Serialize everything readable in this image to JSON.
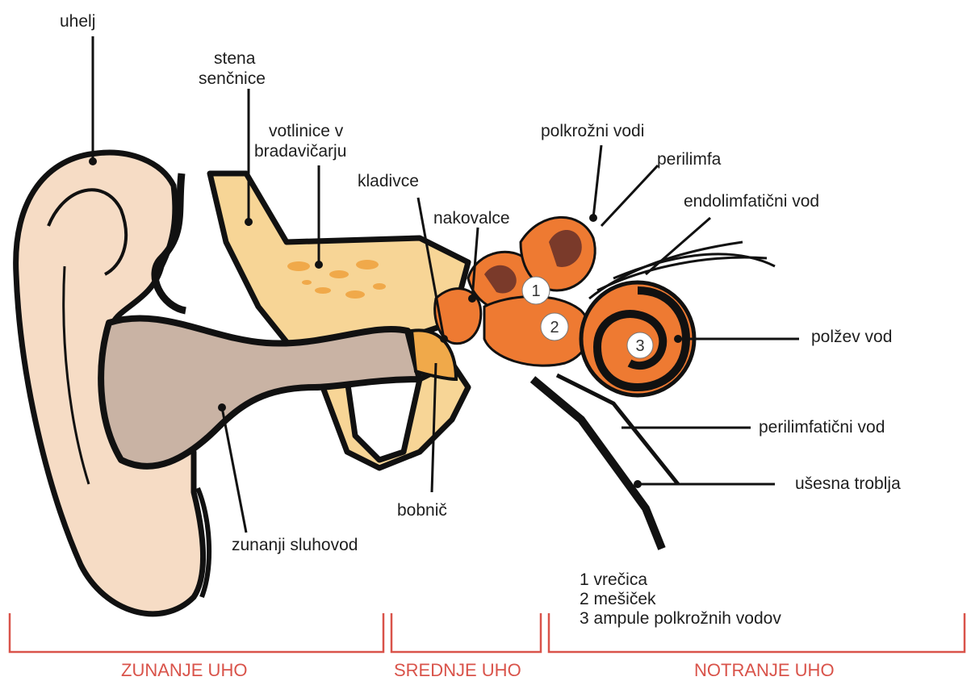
{
  "colors": {
    "skin": "#f6dcc5",
    "canal": "#c9b3a4",
    "bone": "#f7d596",
    "cavity": "#f0a94a",
    "inner_orange": "#ee7a32",
    "inner_dark": "#7a3a2a",
    "outline": "#111111",
    "section_red": "#d9534a"
  },
  "labels": {
    "uhelj": "uhelj",
    "stena_1": "stena",
    "stena_2": "senčnice",
    "votlinice_1": "votlinice v",
    "votlinice_2": "bradavičarju",
    "kladivce": "kladivce",
    "nakovalce": "nakovalce",
    "polkrozni": "polkrožni vodi",
    "perilimfa": "perilimfa",
    "endolimf": "endolimfatični vod",
    "polzev": "polžev vod",
    "perilimf_vod": "perilimfatični vod",
    "usesna": "ušesna troblja",
    "bobnic": "bobnič",
    "sluhovod": "zunanji sluhovod"
  },
  "numbers": {
    "n1": "1",
    "n2": "2",
    "n3": "3"
  },
  "legend": [
    "1 vrečica",
    "2 mešiček",
    "3 ampule polkrožnih vodov"
  ],
  "sections": {
    "outer": "ZUNANJE UHO",
    "middle": "SREDNJE UHO",
    "inner": "NOTRANJE UHO"
  }
}
